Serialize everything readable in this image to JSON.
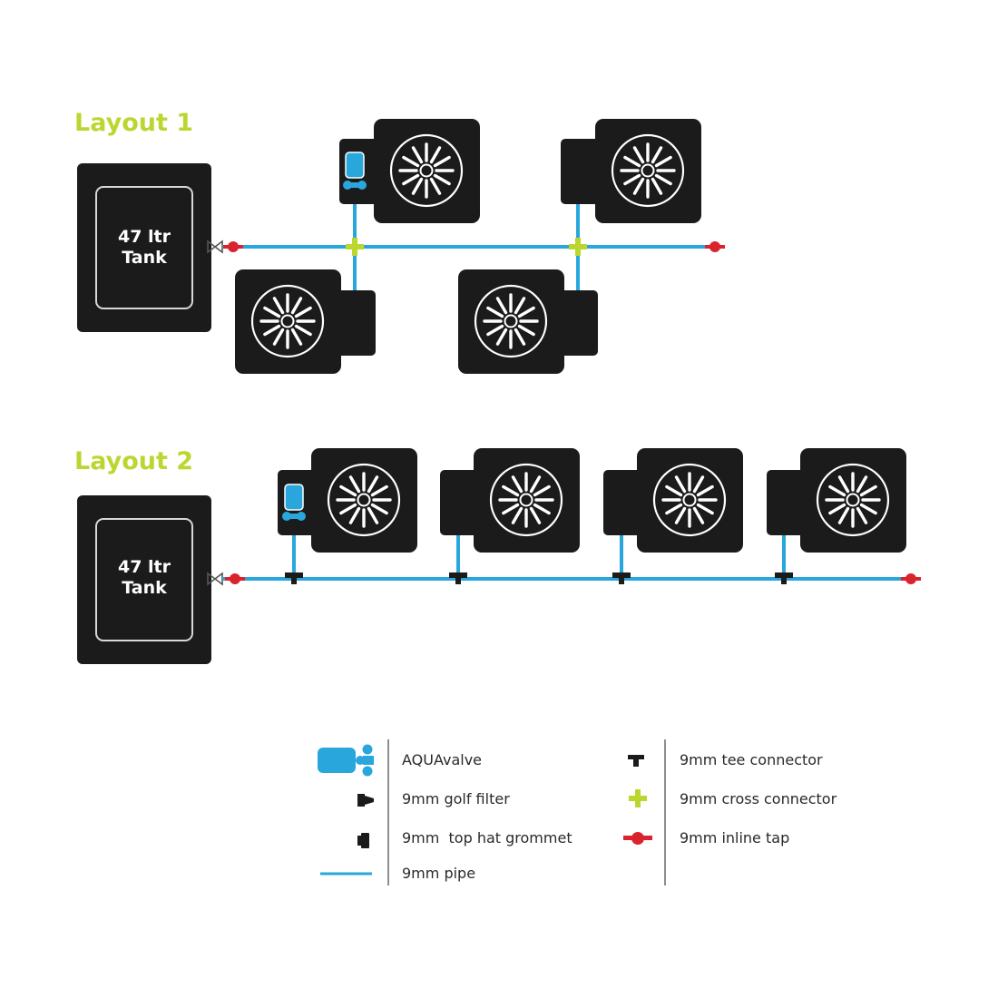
{
  "layouts": [
    {
      "title": "Layout 1",
      "tank_label_line1": "47 ltr",
      "tank_label_line2": "Tank"
    },
    {
      "title": "Layout 2",
      "tank_label_line1": "47 ltr",
      "tank_label_line2": "Tank"
    }
  ],
  "legend": {
    "left": [
      {
        "icon": "aquavalve-icon",
        "label": "AQUAvalve"
      },
      {
        "icon": "golf-filter-icon",
        "label": "9mm golf filter"
      },
      {
        "icon": "top-hat-grommet-icon",
        "label": "9mm  top hat grommet"
      },
      {
        "icon": "pipe-icon",
        "label": "9mm pipe"
      }
    ],
    "right": [
      {
        "icon": "tee-connector-icon",
        "label": "9mm tee connector"
      },
      {
        "icon": "cross-connector-icon",
        "label": "9mm cross connector"
      },
      {
        "icon": "inline-tap-icon",
        "label": "9mm inline tap"
      }
    ]
  },
  "colors": {
    "title": "#bcd630",
    "pipe": "#29a7dd",
    "tap": "#d9232d",
    "cross": "#bcd630",
    "pot": "#1b1b1b",
    "valve": "#29a7dd"
  }
}
